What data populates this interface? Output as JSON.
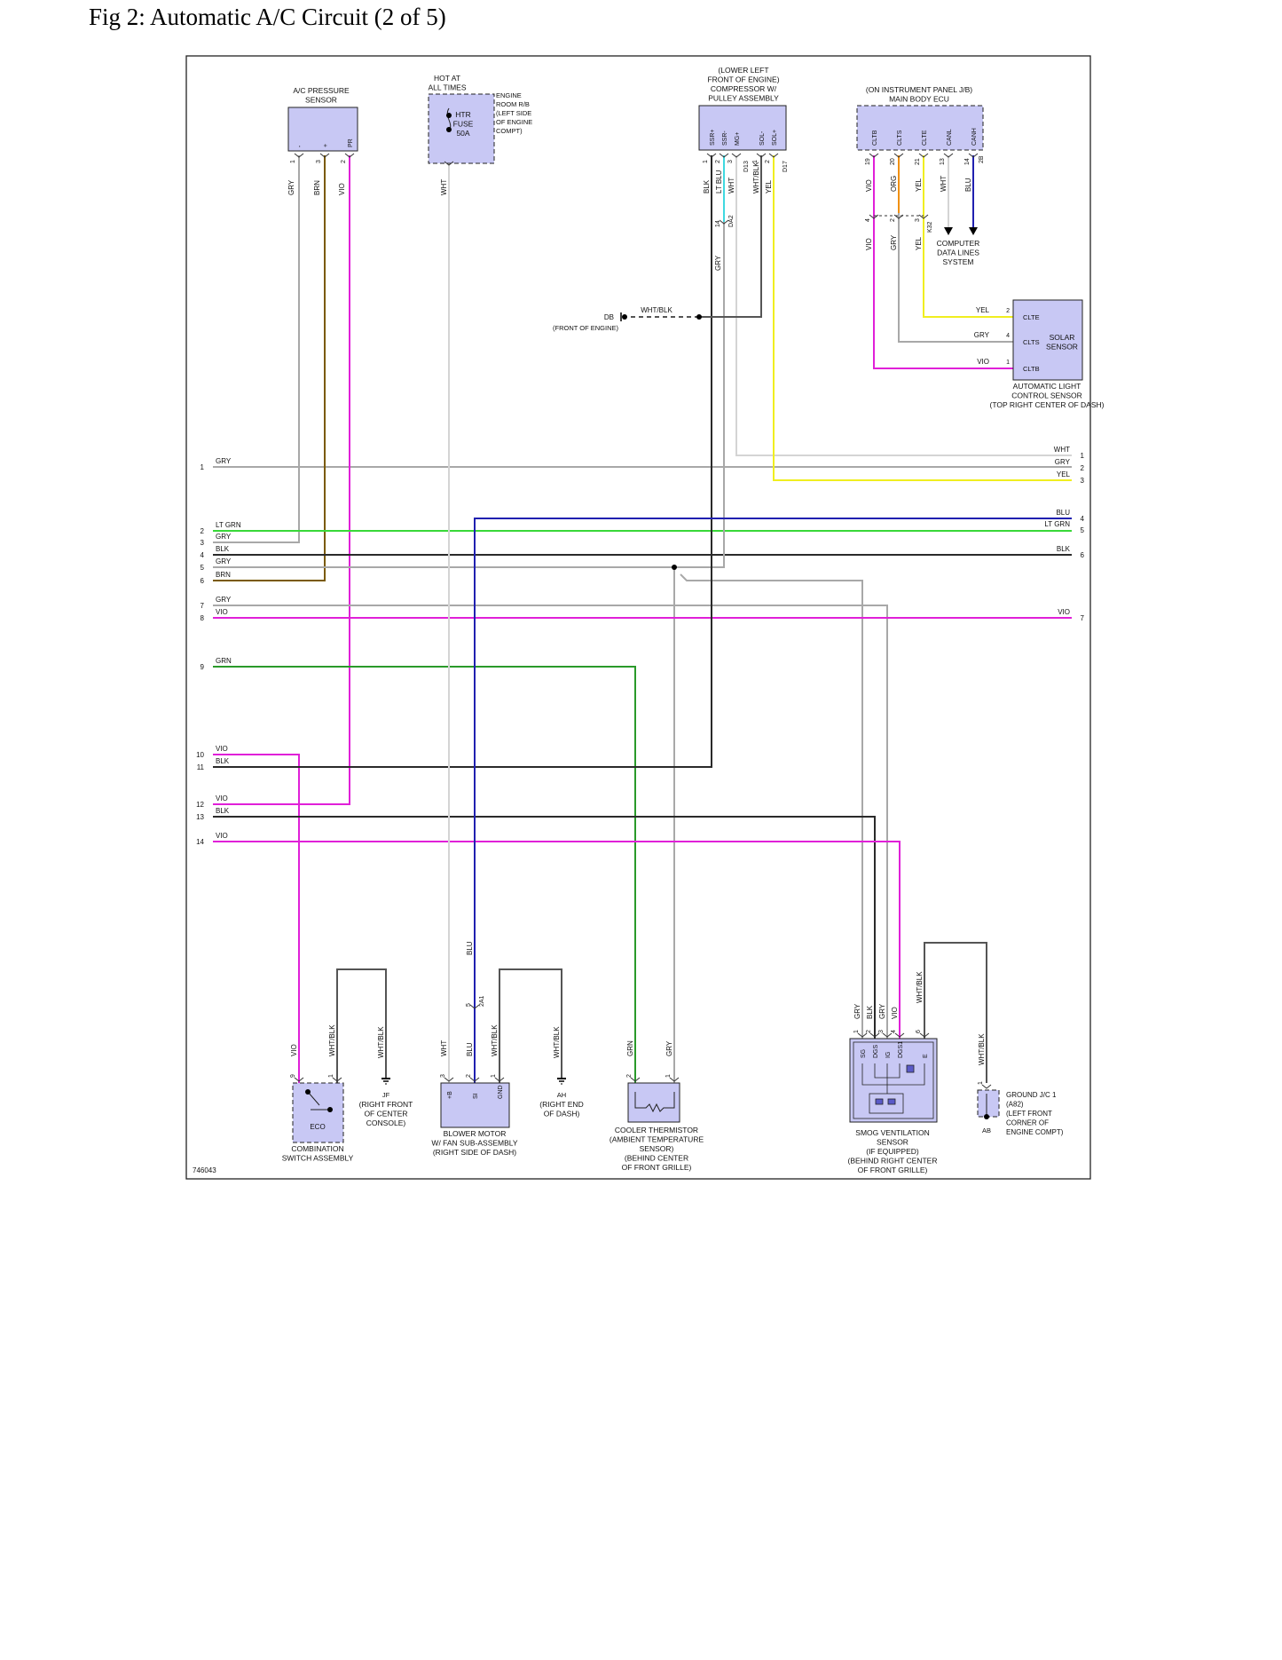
{
  "title": "Fig 2: Automatic A/C Circuit (2 of 5)",
  "diagram_id": "746043",
  "colors": {
    "VIO": "#e020d8",
    "GRY": "#a8a8a8",
    "BRN": "#7a5a00",
    "BLK": "#2a2a2a",
    "WHT": "#d4d4d4",
    "YEL": "#f0ee20",
    "BLU": "#2020b0",
    "LT GRN": "#38d838",
    "GRN": "#2a9a2a",
    "LT BLU": "#40d8e0",
    "ORG": "#f09010",
    "WHT/BLK": "#555555",
    "component_fill": "#c8c8f4"
  },
  "components": {
    "ac_pressure": {
      "name": [
        "A/C PRESSURE",
        "SENSOR"
      ],
      "pins": [
        "-",
        "+",
        "PR"
      ],
      "pin_nums": [
        "1",
        "3",
        "2"
      ],
      "wires": [
        "GRY",
        "BRN",
        "VIO"
      ]
    },
    "htr_fuse": {
      "top": [
        "HOT AT",
        "ALL TIMES"
      ],
      "label": [
        "HTR",
        "FUSE",
        "50A"
      ],
      "side": [
        "ENGINE",
        "ROOM R/B",
        "(LEFT SIDE",
        "OF ENGINE",
        "COMPT)"
      ],
      "wire": "WHT"
    },
    "compressor": {
      "name": [
        "(LOWER LEFT",
        "FRONT OF ENGINE)",
        "COMPRESSOR W/",
        "PULLEY ASSEMBLY"
      ],
      "pins": [
        "SSR+",
        "SSR-",
        "MG+",
        "SOL-",
        "SOL+"
      ],
      "pin_nums": [
        "1",
        "2",
        "3",
        "1",
        "2"
      ],
      "conn_refs": [
        "D13",
        "D17"
      ],
      "wires": [
        "BLK",
        "LT BLU",
        "WHT",
        "WHT/BLK",
        "YEL"
      ],
      "splice_pin": "14",
      "splice_ref": "DA2",
      "splice_wire": "GRY"
    },
    "main_body_ecu": {
      "name": [
        "(ON INSTRUMENT PANEL J/B)",
        "MAIN BODY ECU"
      ],
      "pins": [
        "CLTB",
        "CLTS",
        "CLTE",
        "CANL",
        "CANH"
      ],
      "pin_nums": [
        "19",
        "20",
        "21",
        "13",
        "14"
      ],
      "conn_ref": "2B",
      "wires": [
        "VIO",
        "ORG",
        "YEL",
        "WHT",
        "BLU"
      ],
      "lower_pins": [
        "4",
        "2",
        "3"
      ],
      "lower_ref": "K32",
      "lower_wires": [
        "VIO",
        "GRY",
        "YEL"
      ],
      "data_lines": [
        "COMPUTER",
        "DATA LINES",
        "SYSTEM"
      ]
    },
    "solar_sensor": {
      "pins": [
        "CLTE",
        "CLTS",
        "CLTB"
      ],
      "pin_nums": [
        "2",
        "4",
        "1"
      ],
      "wires": [
        "YEL",
        "GRY",
        "VIO"
      ],
      "label": [
        "SOLAR",
        "SENSOR"
      ],
      "name": [
        "AUTOMATIC LIGHT",
        "CONTROL SENSOR",
        "(TOP RIGHT CENTER OF DASH)"
      ]
    },
    "ground_db": {
      "code": "DB",
      "wire": "WHT/BLK",
      "loc": "(FRONT OF ENGINE)"
    },
    "combination_switch": {
      "pin_nums": [
        "9",
        "1"
      ],
      "wires": [
        "VIO",
        "WHT/BLK"
      ],
      "label": "ECO",
      "name": [
        "COMBINATION",
        "SWITCH ASSEMBLY"
      ],
      "gnd_wire": "WHT/BLK",
      "gnd_code": "JF",
      "gnd_loc": [
        "(RIGHT FRONT",
        "OF CENTER",
        "CONSOLE)"
      ]
    },
    "blower_motor": {
      "pins": [
        "+B",
        "SI",
        "GND"
      ],
      "pin_nums": [
        "3",
        "2",
        "1"
      ],
      "wires": [
        "WHT",
        "BLU",
        "WHT/BLK"
      ],
      "splice_pin": "5",
      "splice_ref": "2A1",
      "splice_wire": "BLU",
      "name": [
        "BLOWER MOTOR",
        "W/ FAN SUB-ASSEMBLY",
        "(RIGHT SIDE OF DASH)"
      ],
      "gnd_wire": "WHT/BLK",
      "gnd_code": "AH",
      "gnd_loc": [
        "(RIGHT END",
        "OF DASH)"
      ]
    },
    "cooler_thermistor": {
      "pin_nums": [
        "2",
        "1"
      ],
      "wires": [
        "GRN",
        "GRY"
      ],
      "name": [
        "COOLER THERMISTOR",
        "(AMBIENT TEMPERATURE",
        "SENSOR)",
        "(BEHIND CENTER",
        "OF FRONT GRILLE)"
      ]
    },
    "smog_sensor": {
      "pins": [
        "SG",
        "DGS",
        "IG",
        "DGS1",
        "E"
      ],
      "pin_nums": [
        "1",
        "2",
        "3",
        "4",
        "6"
      ],
      "wires": [
        "GRY",
        "BLK",
        "GRY",
        "VIO",
        "WHT/BLK"
      ],
      "name": [
        "SMOG VENTILATION",
        "SENSOR",
        "(IF EQUIPPED)",
        "(BEHIND RIGHT CENTER",
        "OF FRONT GRILLE)"
      ]
    },
    "ground_jc": {
      "pin": "1",
      "wire": "WHT/BLK",
      "code": "AB",
      "name": [
        "GROUND J/C 1",
        "(A82)",
        "(LEFT FRONT",
        "CORNER OF",
        "ENGINE COMPT)"
      ]
    }
  },
  "left_rows": [
    {
      "num": "1",
      "wire": "GRY"
    },
    {
      "num": "2",
      "wire": "LT GRN"
    },
    {
      "num": "3",
      "wire": "GRY"
    },
    {
      "num": "4",
      "wire": "BLK"
    },
    {
      "num": "5",
      "wire": "GRY"
    },
    {
      "num": "6",
      "wire": "BRN"
    },
    {
      "num": "7",
      "wire": "GRY"
    },
    {
      "num": "8",
      "wire": "VIO"
    },
    {
      "num": "9",
      "wire": "GRN"
    },
    {
      "num": "10",
      "wire": "VIO"
    },
    {
      "num": "11",
      "wire": "BLK"
    },
    {
      "num": "12",
      "wire": "VIO"
    },
    {
      "num": "13",
      "wire": "BLK"
    },
    {
      "num": "14",
      "wire": "VIO"
    }
  ],
  "right_rows": [
    {
      "num": "1",
      "wire": "WHT"
    },
    {
      "num": "2",
      "wire": "GRY"
    },
    {
      "num": "3",
      "wire": "YEL"
    },
    {
      "num": "4",
      "wire": "BLU"
    },
    {
      "num": "5",
      "wire": "LT GRN"
    },
    {
      "num": "6",
      "wire": "BLK"
    },
    {
      "num": "7",
      "wire": "VIO"
    }
  ]
}
